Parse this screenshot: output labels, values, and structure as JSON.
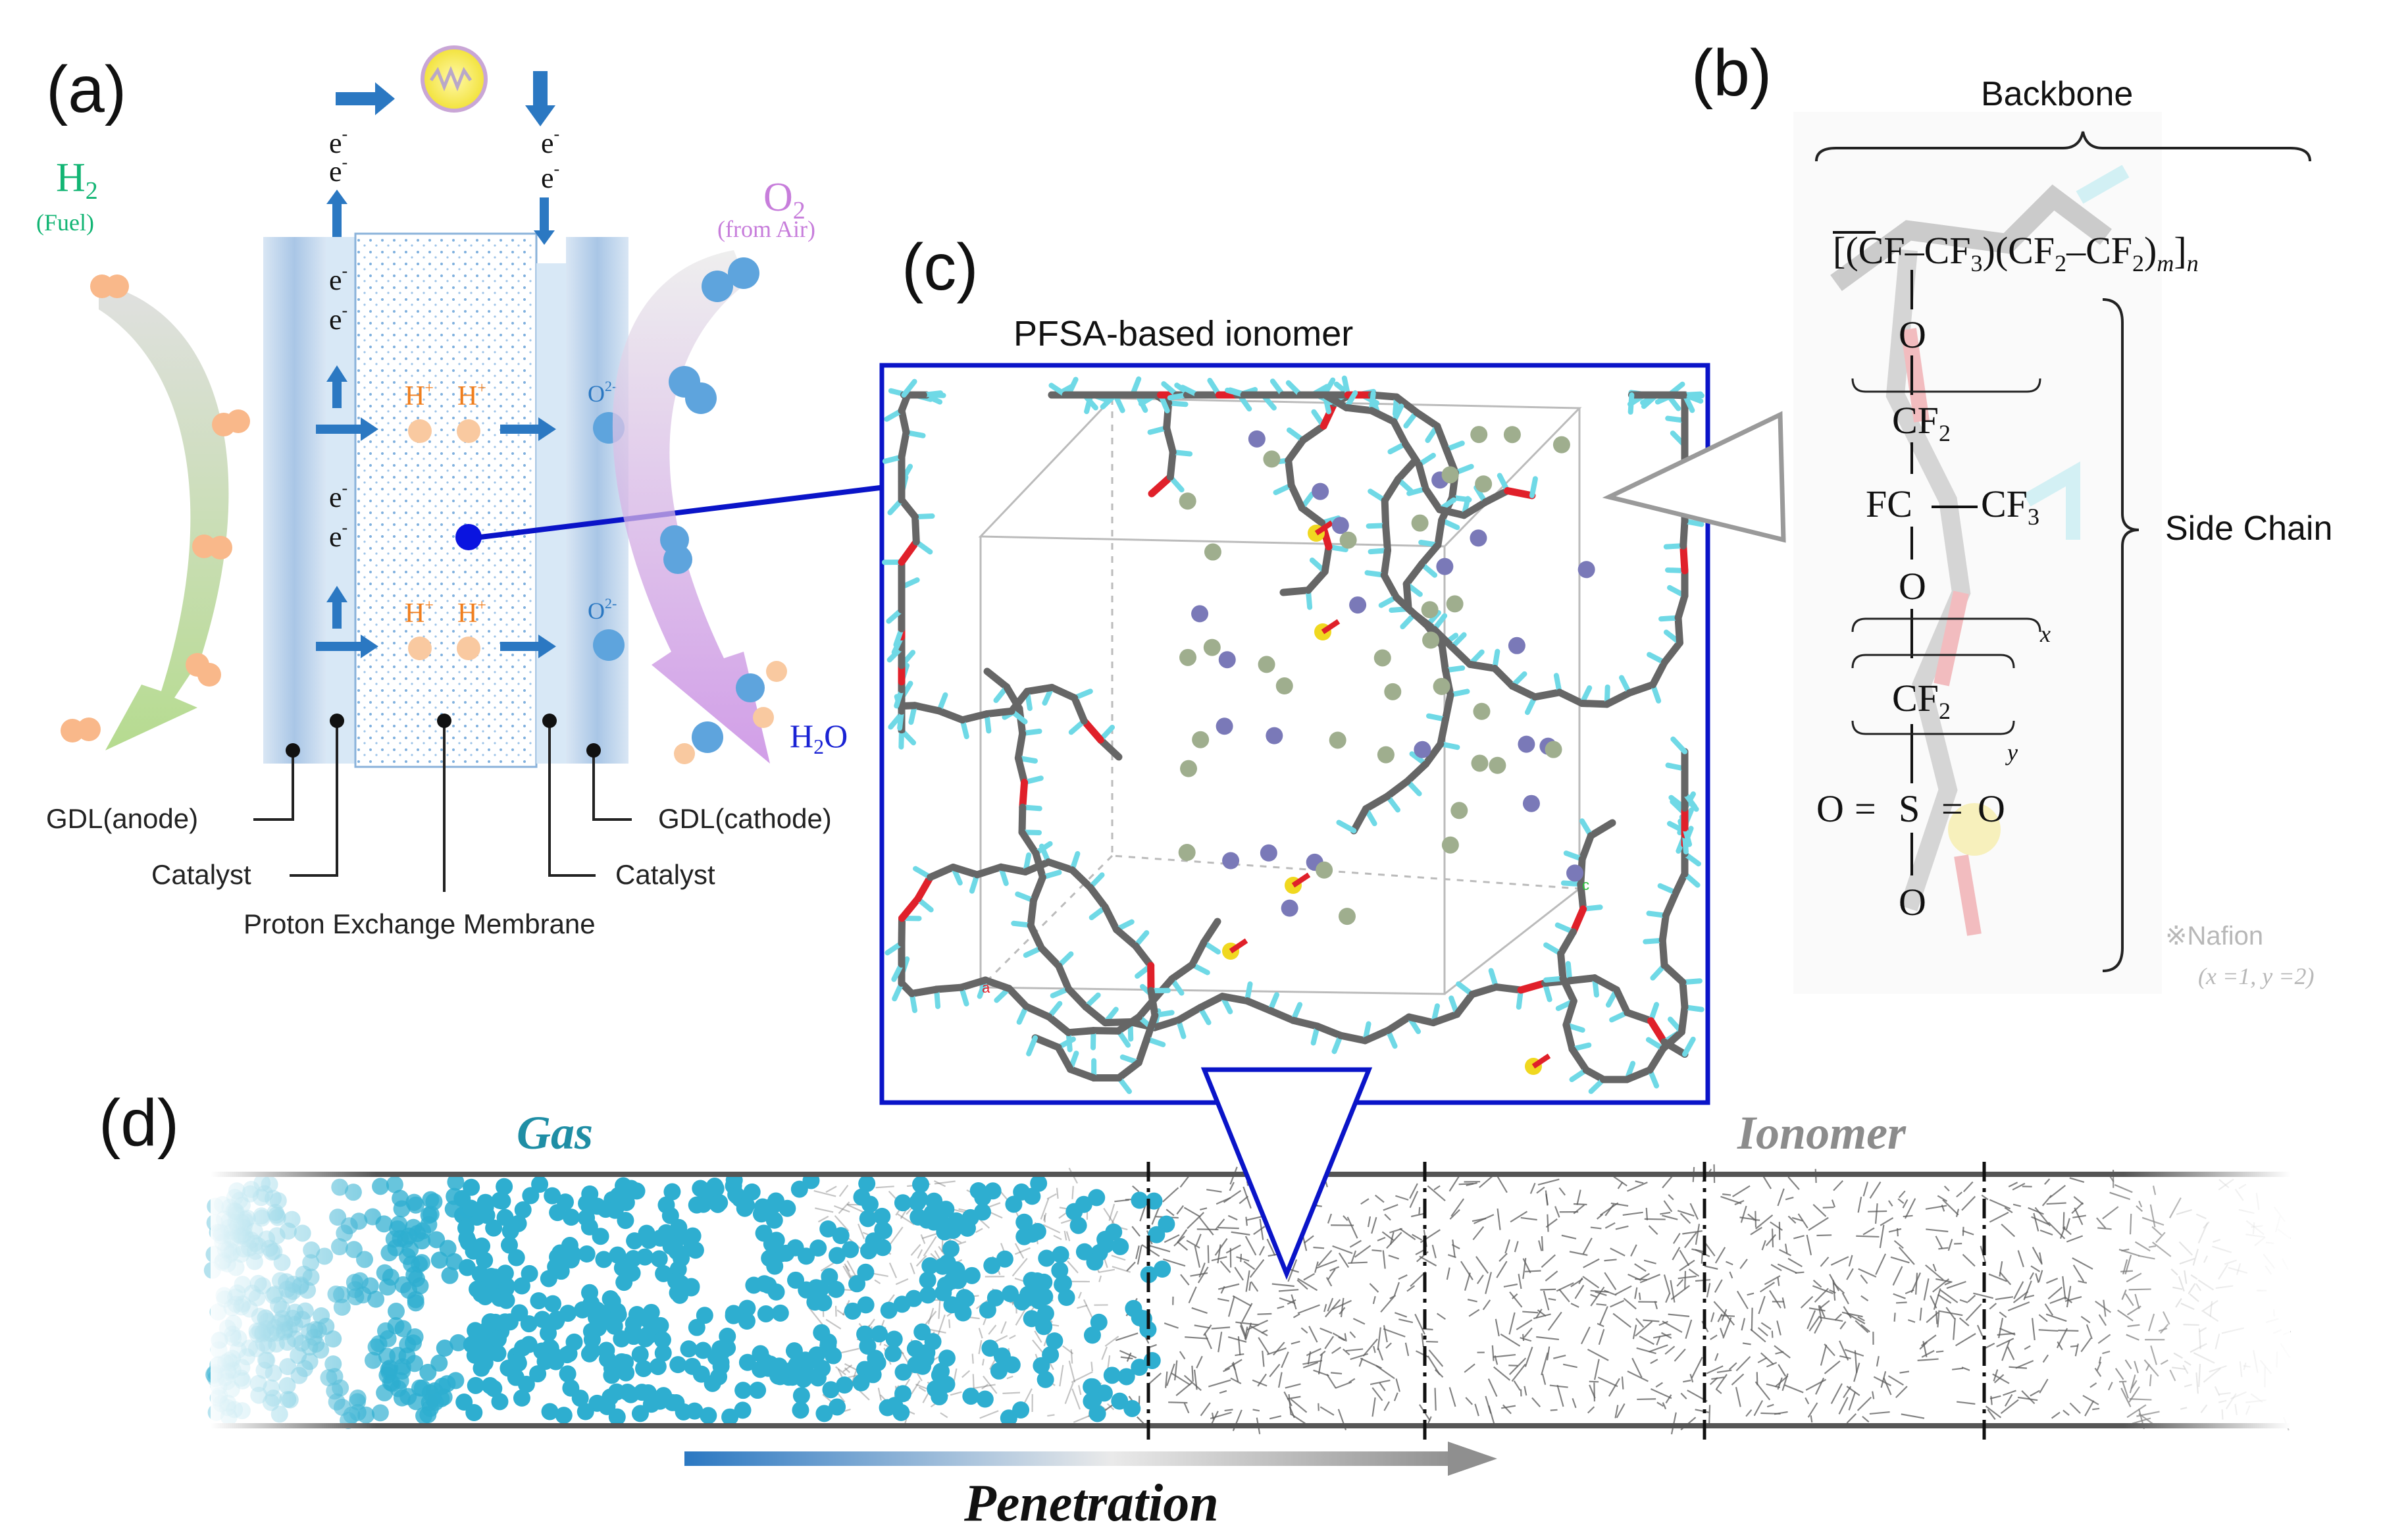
{
  "panels": {
    "a": {
      "tag": "(a)"
    },
    "b": {
      "tag": "(b)"
    },
    "c": {
      "tag": "(c)"
    },
    "d": {
      "tag": "(d)"
    }
  },
  "fuel_cell": {
    "h2_label": "H",
    "h2_sub": "2",
    "h2_note": "(Fuel)",
    "o2_label": "O",
    "o2_sub": "2",
    "o2_note": "(from Air)",
    "h2o_label": "H",
    "h2o_sub": "2",
    "h2o_tail": "O",
    "electron": "e",
    "electron_sup": "-",
    "proton": "H",
    "proton_sup": "+",
    "oxide": "O",
    "oxide_sup": "2-",
    "labels": {
      "gdl_anode": "GDL(anode)",
      "gdl_cathode": "GDL(cathode)",
      "catalyst_left": "Catalyst",
      "catalyst_right": "Catalyst",
      "membrane": "Proton Exchange Membrane"
    }
  },
  "ionomer": {
    "title": "PFSA-based ionomer",
    "axis_a": "a",
    "axis_c": "c"
  },
  "nafion": {
    "backbone_label": "Backbone",
    "side_chain_label": "Side Chain",
    "note": "※Nafion",
    "note_vars": "(x =1, y =2)",
    "formula_backbone": "[(CF–CF3)(CF2–CF2)m]n",
    "o1": "O",
    "cf2_a": "CF",
    "cf2_a_sub": "2",
    "fc": "FC",
    "cf3": "CF",
    "cf3_sub": "3",
    "o2": "O",
    "x": "x",
    "cf2_b": "CF",
    "cf2_b_sub": "2",
    "y": "y",
    "so3_left": "O",
    "so3_s": "S",
    "so3_right": "O",
    "eq": "=",
    "o_bottom": "O"
  },
  "penetration": {
    "gas_label": "Gas",
    "ionomer_label": "Ionomer",
    "arrow_label": "Penetration"
  },
  "colors": {
    "panel_box": "#0a14c8",
    "electron_arrow": "#2b78c2",
    "h2": "#13b574",
    "o2": "#c77ddb",
    "h2o": "#1a23d4",
    "proton": "#f07e1d",
    "gas_molecule": "#2eaed0",
    "gas_text": "#1f8ea5",
    "ionomer_text": "#8c8c8c",
    "carbon": "#666666",
    "fluorine": "#6fd9e6",
    "oxygen": "#e0202a",
    "sulfur": "#f0d820"
  }
}
